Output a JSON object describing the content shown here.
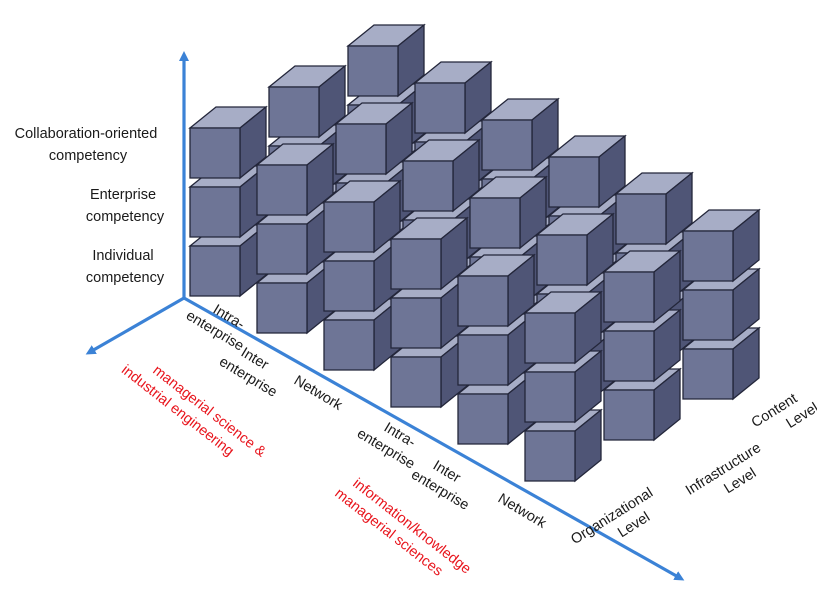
{
  "diagram": {
    "colors": {
      "axis": "#3b82d6",
      "red_text": "#e8141c",
      "cube_top": "#a7adc6",
      "cube_front": "#6e7596",
      "cube_side": "#4f5576",
      "cube_edge": "#23263a"
    },
    "vertical_axis": {
      "collab": [
        "Collaboration-oriented",
        "competency"
      ],
      "enterprise": [
        "Enterprise",
        "competency"
      ],
      "individual": [
        "Individual",
        "competency"
      ]
    },
    "left_axis": {
      "intra1": [
        "Intra-",
        "enterprise"
      ],
      "inter1": [
        "Inter",
        "enterprise"
      ],
      "network1": "Network",
      "intra2": [
        "Intra-",
        "enterprise"
      ],
      "inter2": [
        "Inter",
        "enterprise"
      ],
      "network2": "Network"
    },
    "right_axis": {
      "organizational": [
        "Organizational",
        "Level"
      ],
      "infrastructure": [
        "Infrastructure",
        "Level"
      ],
      "content": [
        "Content",
        "Level"
      ]
    },
    "groups": {
      "managerial": [
        "managerial science &",
        "industrial engineering"
      ],
      "information": [
        "information/knowledge",
        "managerial sciences"
      ]
    },
    "icons": {
      "axis_arrow": "arrow-head-icon",
      "cube": "cube-icon"
    }
  }
}
